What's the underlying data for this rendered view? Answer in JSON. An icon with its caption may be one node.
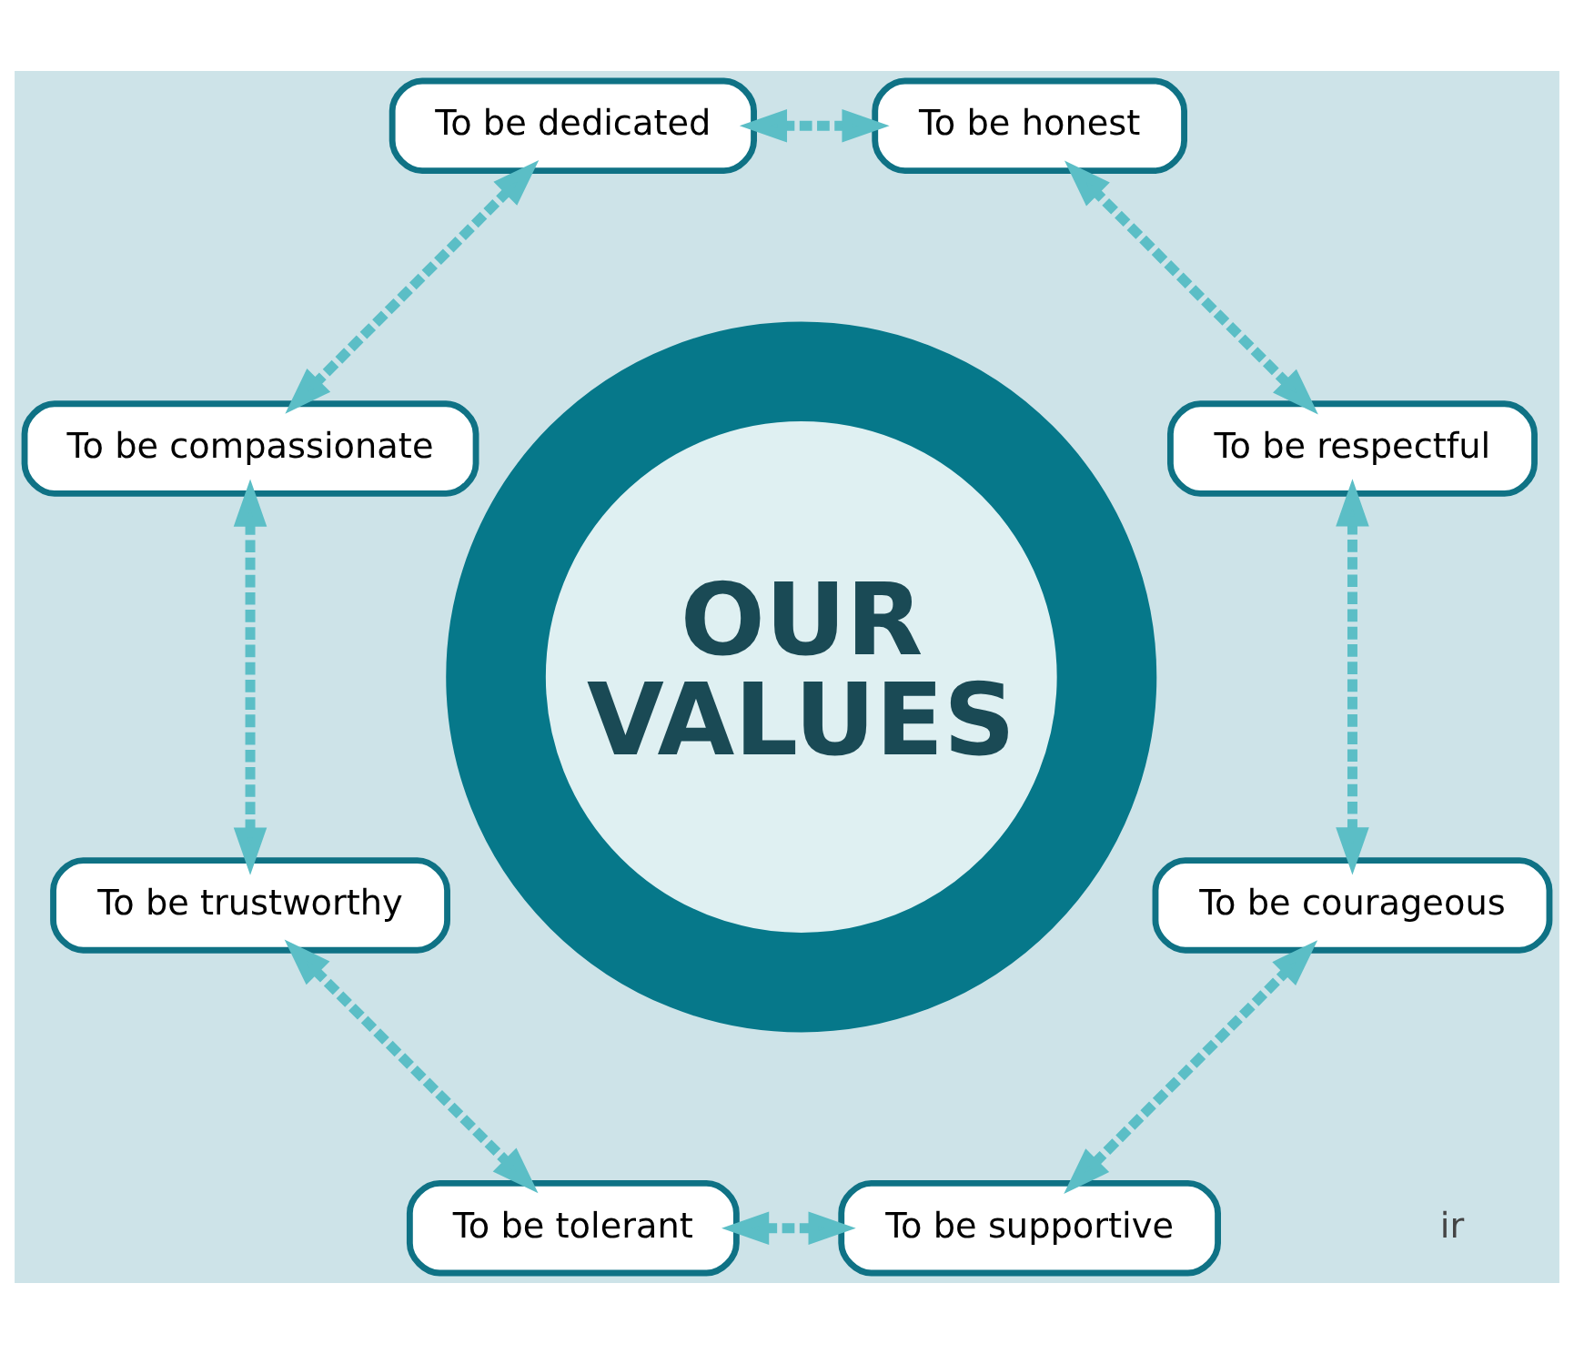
{
  "diagram": {
    "nodes": [
      {
        "text": [
          "To be respectful"
        ]
      },
      {
        "text": [
          "To be courageous"
        ]
      },
      {
        "text": [
          "To be honest"
        ]
      },
      {
        "text": [
          "OUR VALUES"
        ]
      },
      {
        "text": [
          "To be supportive"
        ]
      },
      {
        "text": [
          "To be dedicated"
        ]
      },
      {
        "text": [
          "To be tolerant"
        ]
      },
      {
        "text": [
          "To be compassionate"
        ]
      },
      {
        "text": [
          "To be trustworthy"
        ]
      }
    ],
    "edges": [
      {
        "from": 0,
        "to": 2,
        "arrow": "both",
        "style": "dashed"
      },
      {
        "from": 2,
        "to": 5,
        "arrow": "both",
        "style": "dashed"
      },
      {
        "from": 5,
        "to": 7,
        "arrow": "both",
        "style": "dashed"
      },
      {
        "from": 7,
        "to": 8,
        "arrow": "both",
        "style": "dashed"
      },
      {
        "from": 8,
        "to": 6,
        "arrow": "both",
        "style": "dashed"
      },
      {
        "from": 6,
        "to": 4,
        "arrow": "both",
        "style": "dashed"
      },
      {
        "from": 4,
        "to": 1,
        "arrow": "both",
        "style": "dashed"
      },
      {
        "from": 1,
        "to": 0,
        "arrow": "both",
        "style": "dashed"
      }
    ],
    "labels": [
      "ir"
    ]
  }
}
